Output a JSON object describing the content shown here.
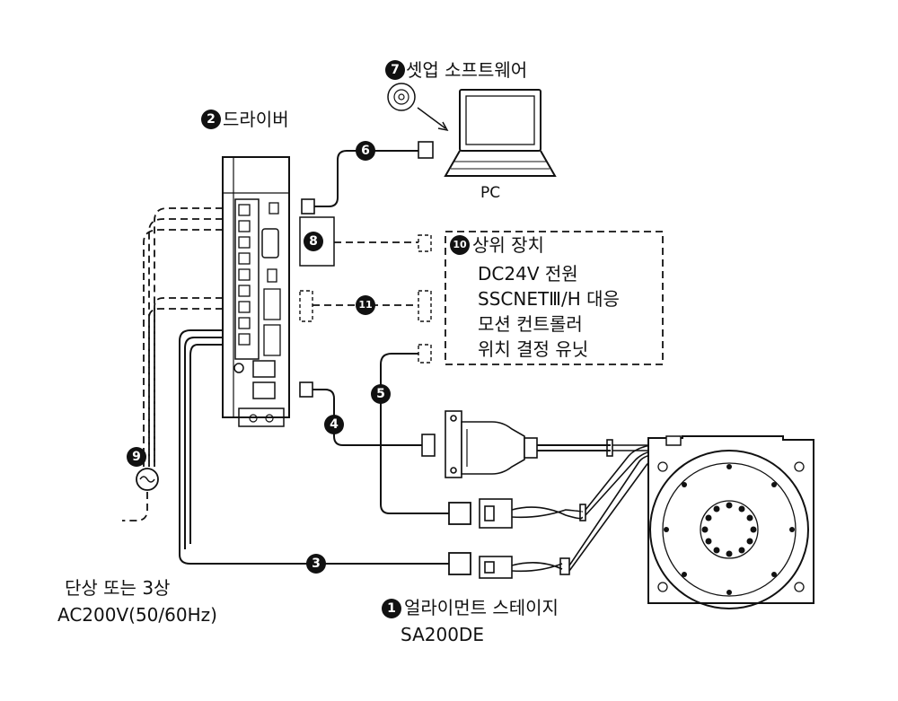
{
  "labels": {
    "setup_software": "셋업 소프트웨어",
    "driver": "드라이버",
    "pc": "PC",
    "host_device": "상위 장치",
    "host_items": [
      "DC24V 전원",
      "SSCNETⅢ/H 대응",
      "모션 컨트롤러",
      "위치 결정 유닛"
    ],
    "power_line1": "단상 또는 3상",
    "power_line2": "AC200V(50/60Hz)",
    "stage_name": "얼라이먼트 스테이지",
    "stage_model": "SA200DE"
  },
  "markers": {
    "m1": "1",
    "m2": "2",
    "m3": "3",
    "m4": "4",
    "m5": "5",
    "m6": "6",
    "m7": "7",
    "m8": "8",
    "m9": "9",
    "m10": "10",
    "m11": "11"
  },
  "colors": {
    "line": "#111111",
    "background": "#ffffff"
  }
}
